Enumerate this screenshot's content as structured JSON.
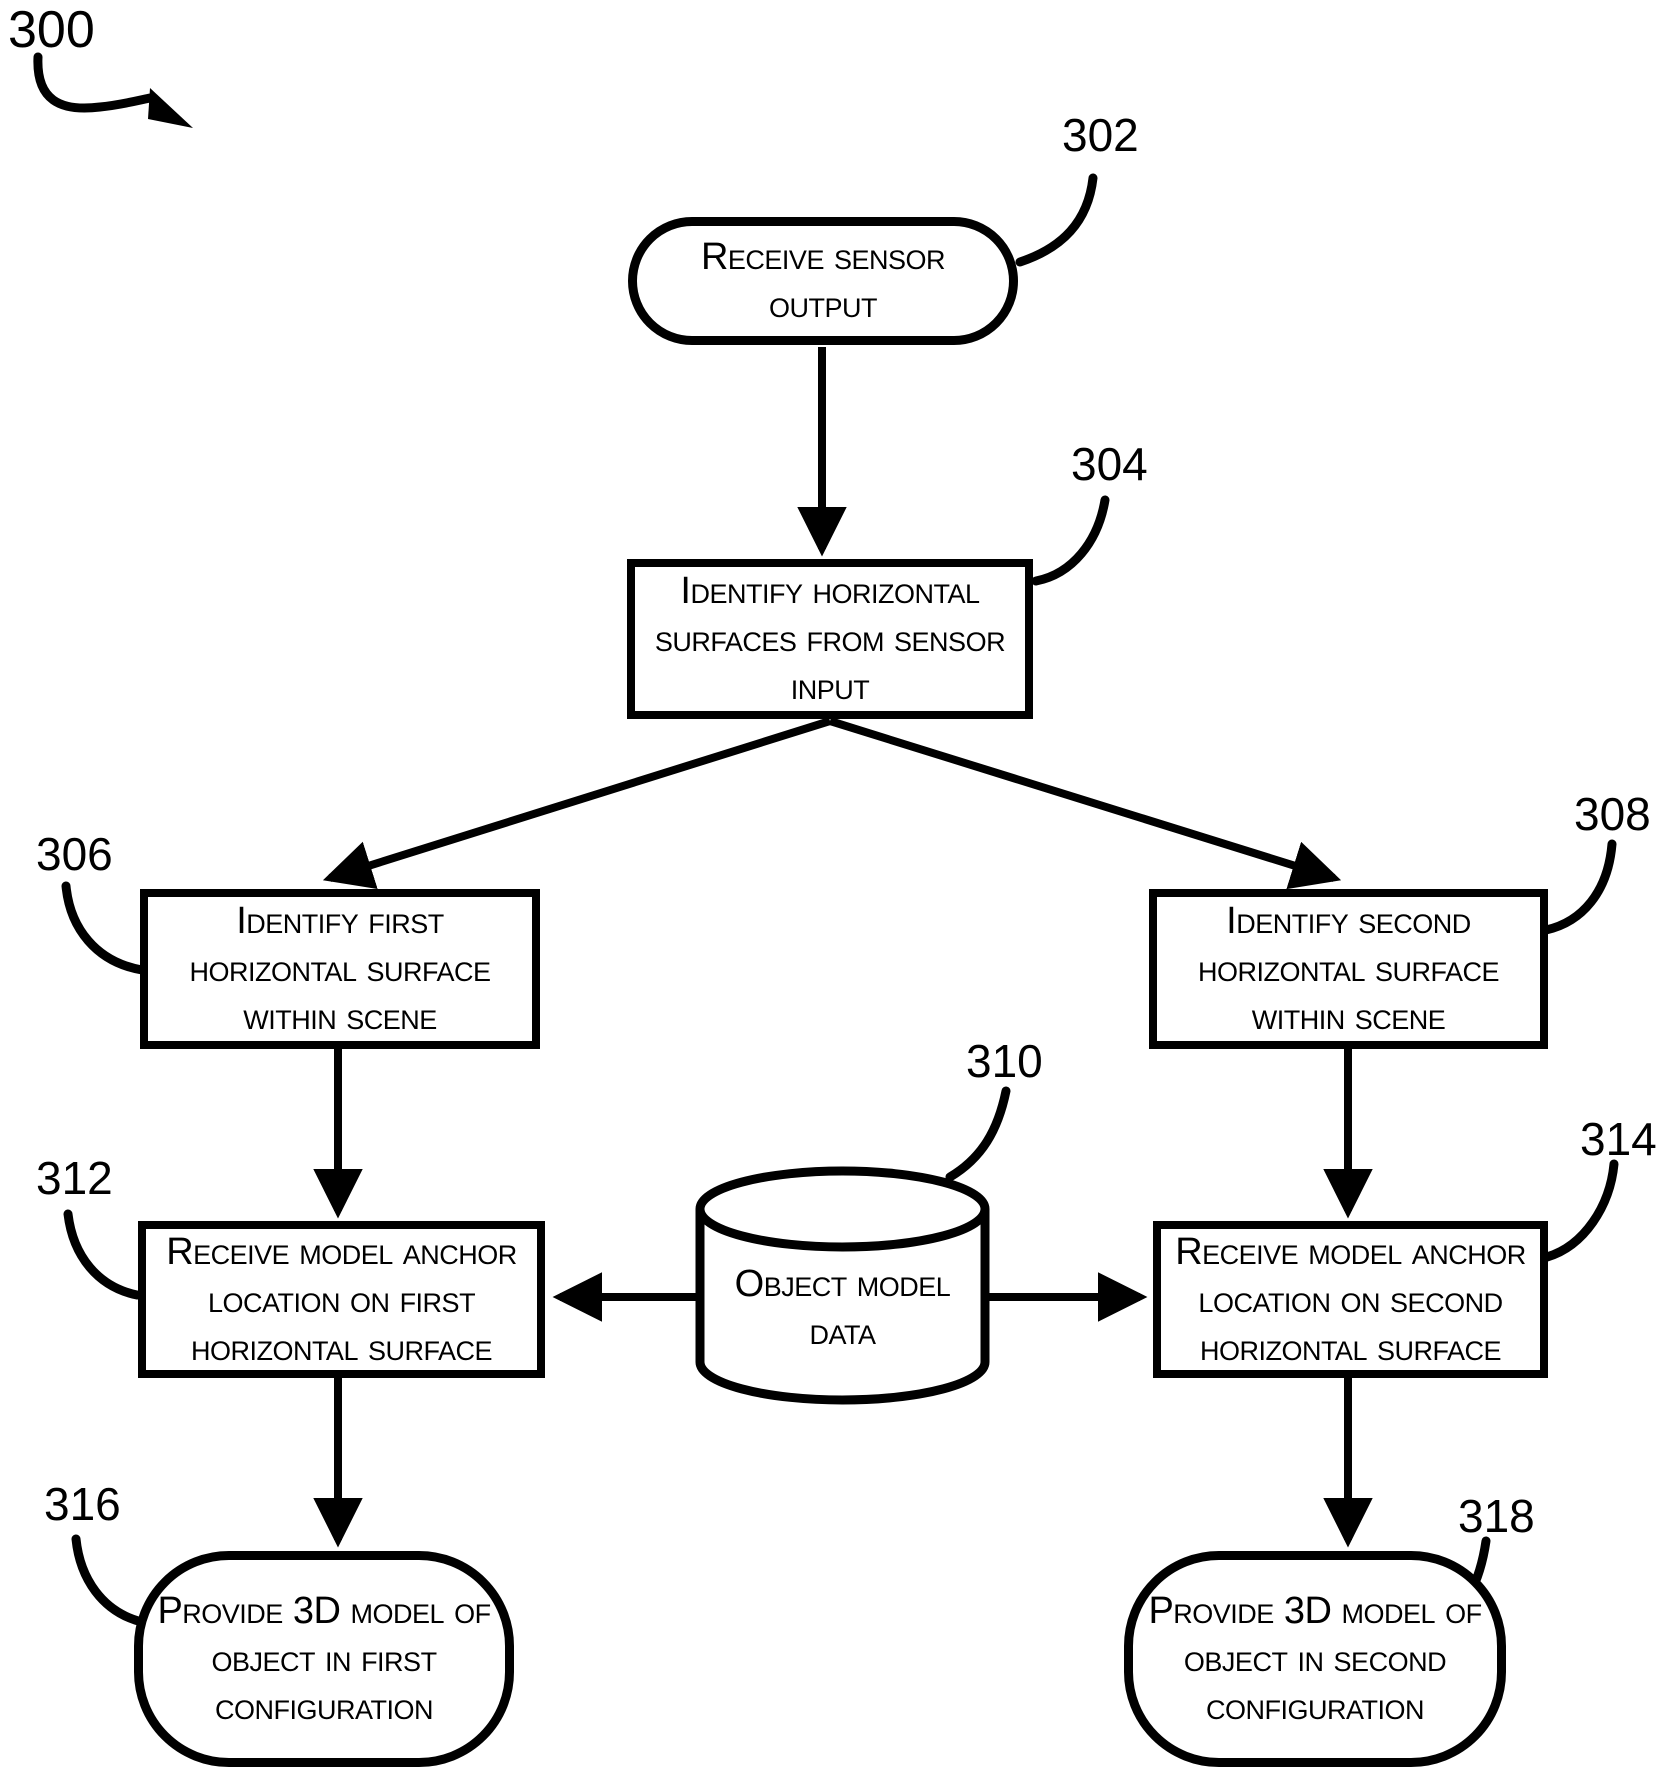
{
  "figure": {
    "reference_number": "300",
    "background": "#ffffff",
    "ink": "#000000"
  },
  "nodes": {
    "n302": {
      "ref": "302",
      "shape": "terminator",
      "lines": [
        "Receive sensor output"
      ]
    },
    "n304": {
      "ref": "304",
      "shape": "process",
      "lines": [
        "Identify horizontal",
        "surfaces from sensor",
        "input"
      ]
    },
    "n306": {
      "ref": "306",
      "shape": "process",
      "lines": [
        "Identify first",
        "horizontal surface",
        "within scene"
      ]
    },
    "n308": {
      "ref": "308",
      "shape": "process",
      "lines": [
        "Identify second",
        "horizontal surface",
        "within scene"
      ]
    },
    "n310": {
      "ref": "310",
      "shape": "datastore",
      "lines": [
        "Object model",
        "data"
      ]
    },
    "n312": {
      "ref": "312",
      "shape": "process",
      "lines": [
        "Receive model anchor",
        "location on first",
        "horizontal surface"
      ]
    },
    "n314": {
      "ref": "314",
      "shape": "process",
      "lines": [
        "Receive model anchor",
        "location on second",
        "horizontal surface"
      ]
    },
    "n316": {
      "ref": "316",
      "shape": "terminator",
      "lines": [
        "Provide 3D model of",
        "object in first",
        "configuration"
      ]
    },
    "n318": {
      "ref": "318",
      "shape": "terminator",
      "lines": [
        "Provide 3D model of",
        "object in second",
        "configuration"
      ]
    }
  },
  "edges": [
    {
      "from": "302",
      "to": "304",
      "type": "arrow"
    },
    {
      "from": "304",
      "to": "306",
      "type": "arrow"
    },
    {
      "from": "304",
      "to": "308",
      "type": "arrow"
    },
    {
      "from": "306",
      "to": "312",
      "type": "arrow"
    },
    {
      "from": "308",
      "to": "314",
      "type": "arrow"
    },
    {
      "from": "310",
      "to": "312",
      "type": "arrow"
    },
    {
      "from": "310",
      "to": "314",
      "type": "arrow"
    },
    {
      "from": "312",
      "to": "316",
      "type": "arrow"
    },
    {
      "from": "314",
      "to": "318",
      "type": "arrow"
    }
  ]
}
